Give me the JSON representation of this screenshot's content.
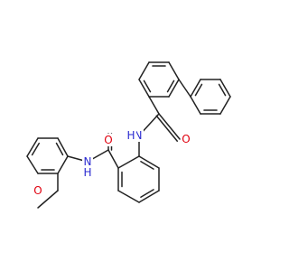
{
  "molecule": {
    "atoms": [
      {
        "id": "O_ketone_top",
        "label": "O",
        "color": "#e0000f"
      },
      {
        "id": "N_top",
        "label": "N",
        "color": "#2a2ad0"
      },
      {
        "id": "H_top",
        "label": "H",
        "color": "#2a2ad0"
      },
      {
        "id": "O_ketone_left",
        "label": "O",
        "color": "#e0000f"
      },
      {
        "id": "N_left",
        "label": "N",
        "color": "#2a2ad0"
      },
      {
        "id": "H_left",
        "label": "H",
        "color": "#2a2ad0"
      },
      {
        "id": "O_methoxy",
        "label": "O",
        "color": "#e0000f"
      }
    ],
    "bond_color": "#222222"
  }
}
